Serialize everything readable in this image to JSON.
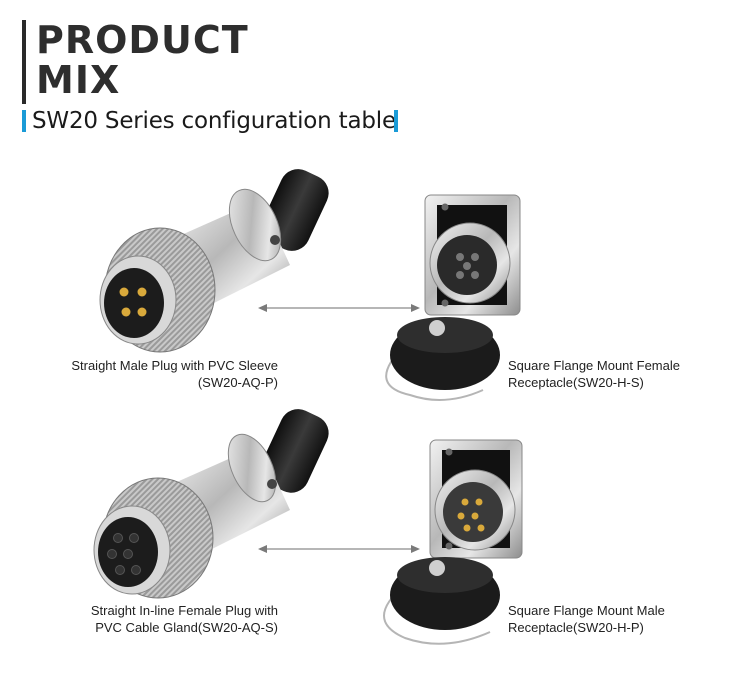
{
  "header": {
    "title_line1": "PRODUCT",
    "title_line2": "MIX",
    "subtitle": "SW20 Series configuration table"
  },
  "products": [
    {
      "line1": "Straight Male Plug with PVC Sleeve",
      "line2": "(SW20-AQ-P)"
    },
    {
      "line1": "Square Flange Mount Female",
      "line2": "Receptacle(SW20-H-S)"
    },
    {
      "line1": "Straight In-line Female Plug with",
      "line2": "PVC Cable Gland(SW20-AQ-S)"
    },
    {
      "line1": "Square Flange Mount Male",
      "line2": "Receptacle(SW20-H-P)"
    }
  ],
  "colors": {
    "accent": "#1a9bd7",
    "title": "#2e2e2e",
    "arrow": "#8a8a8a"
  }
}
